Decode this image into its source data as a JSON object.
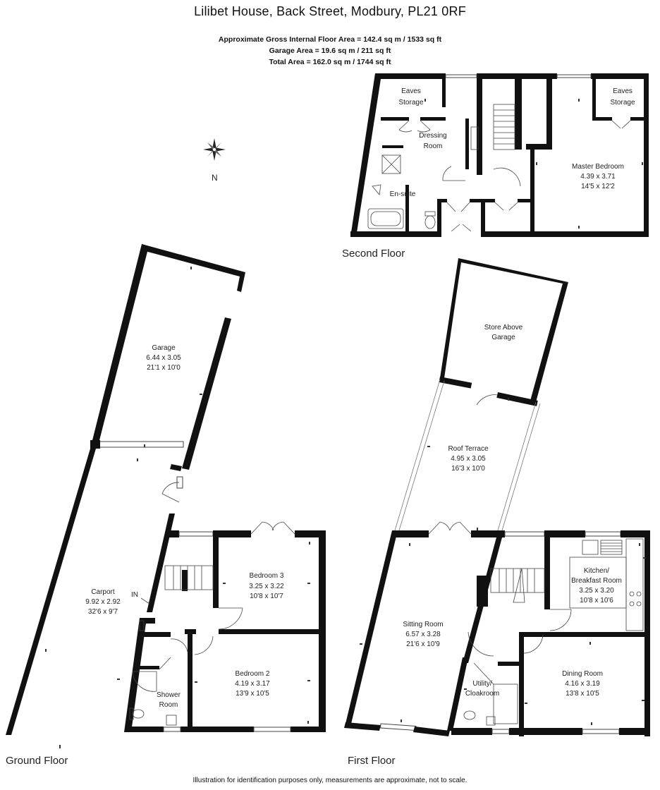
{
  "header": {
    "title": "Lilibet House, Back Street, Modbury, PL21 0RF",
    "gross_area": "Approximate Gross Internal Floor Area  = 142.4 sq m / 1533 sq ft",
    "garage_area": "Garage  Area  = 19.6 sq m / 211 sq ft",
    "total_area": "Total Area  = 162.0 sq m / 1744 sq ft"
  },
  "compass": {
    "north_label": "N"
  },
  "floors": {
    "second": "Second Floor",
    "ground": "Ground Floor",
    "first": "First Floor"
  },
  "rooms": {
    "eaves_left": [
      "Eaves",
      "Storage"
    ],
    "eaves_right": [
      "Eaves",
      "Storage"
    ],
    "dressing": [
      "Dressing",
      "Room"
    ],
    "ensuite": [
      "En-suite"
    ],
    "master": [
      "Master Bedroom",
      "4.39 x 3.71",
      "14'5 x 12'2"
    ],
    "garage": [
      "Garage",
      "6.44 x 3.05",
      "21'1 x 10'0"
    ],
    "carport": [
      "Carport",
      "9.92 x 2.92",
      "32'6 x 9'7"
    ],
    "entrance": [
      "IN"
    ],
    "bedroom3": [
      "Bedroom 3",
      "3.25 x 3.22",
      "10'8 x 10'7"
    ],
    "bedroom2": [
      "Bedroom 2",
      "4.19 x 3.17",
      "13'9 x 10'5"
    ],
    "shower": [
      "Shower",
      "Room"
    ],
    "store": [
      "Store Above",
      "Garage"
    ],
    "terrace": [
      "Roof Terrace",
      "4.95 x 3.05",
      "16'3 x 10'0"
    ],
    "sitting": [
      "Sitting Room",
      "6.57 x 3.28",
      "21'6 x 10'9"
    ],
    "kitchen": [
      "Kitchen/",
      "Breakfast Room",
      "3.25 x 3.20",
      "10'8 x 10'6"
    ],
    "dining": [
      "Dining Room",
      "4.16 x 3.19",
      "13'8 x 10'5"
    ],
    "utility": [
      "Utility/",
      "Cloakroom"
    ]
  },
  "footer": {
    "disclaimer": "Illustration for identification purposes only, measurements are approximate, not to scale."
  }
}
